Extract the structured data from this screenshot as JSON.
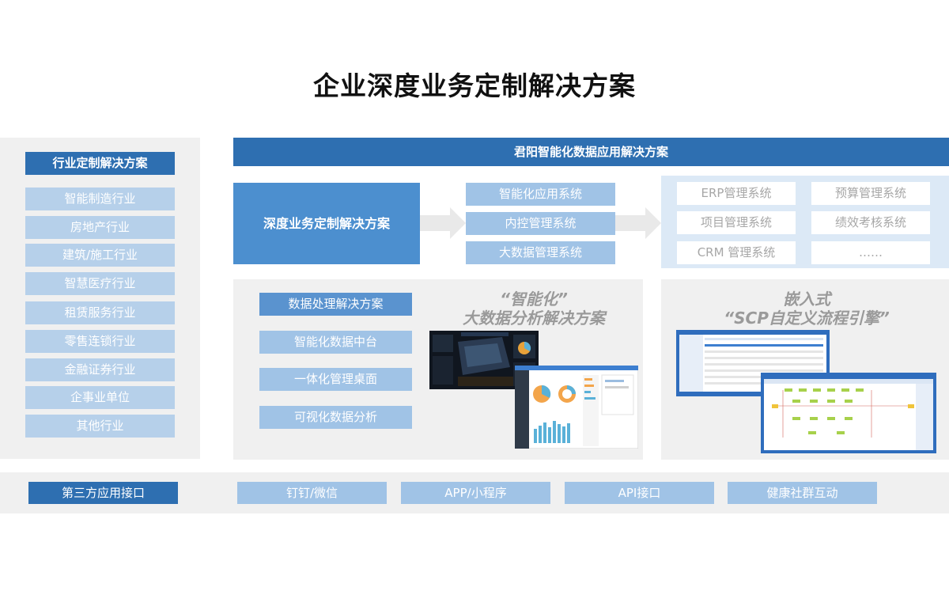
{
  "title": "企业深度业务定制解决方案",
  "industry": {
    "heading": "行业定制解决方案",
    "items": [
      "智能制造行业",
      "房地产行业",
      "建筑/施工行业",
      "智慧医疗行业",
      "租赁服务行业",
      "零售连锁行业",
      "金融证券行业",
      "企事业单位",
      "其他行业"
    ]
  },
  "banner": "君阳智能化数据应用解决方案",
  "deep": "深度业务定制解决方案",
  "middle": [
    "智能化应用系统",
    "内控管理系统",
    "大数据管理系统"
  ],
  "systems": [
    "ERP管理系统",
    "预算管理系统",
    "项目管理系统",
    "绩效考核系统",
    "CRM 管理系统",
    "……"
  ],
  "bigdata": {
    "heading_line1": "“智能化”",
    "heading_line2": "大数据分析解决方案",
    "items": [
      "数据处理解决方案",
      "智能化数据中台",
      "一体化管理桌面",
      "可视化数据分析"
    ]
  },
  "scp": {
    "heading_line1": "嵌入式",
    "heading_line2": "“SCP自定义流程引擎”"
  },
  "bottom": {
    "heading": "第三方应用接口",
    "items": [
      "钉钉/微信",
      "APP/小程序",
      "API接口",
      "健康社群互动"
    ]
  },
  "colors": {
    "primary": "#2e6fb1",
    "light": "#a0c3e6",
    "panel": "#f0f0f0",
    "pale_blue": "#dce9f6"
  }
}
